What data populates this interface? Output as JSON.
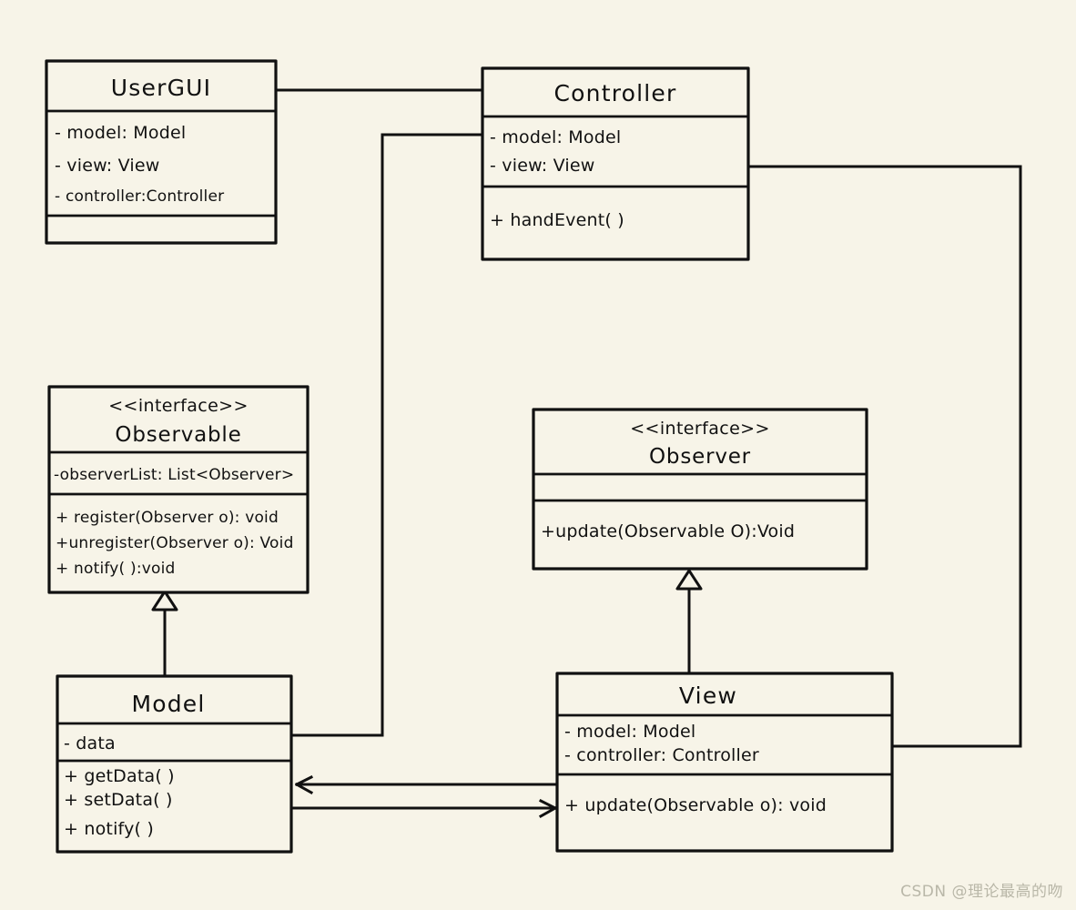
{
  "diagram": {
    "kind": "uml-class-diagram",
    "background_color": "#f7f4e8",
    "stroke_color": "#111111",
    "classes": {
      "usergui": {
        "name": "UserGUI",
        "stereotype": "",
        "attributes": [
          "- model: Model",
          "- view: View",
          "- controller:Controller"
        ],
        "operations": []
      },
      "controller": {
        "name": "Controller",
        "stereotype": "",
        "attributes": [
          "- model: Model",
          "- view: View"
        ],
        "operations": [
          "+ handEvent( )"
        ]
      },
      "observable": {
        "name": "Observable",
        "stereotype": "<<interface>>",
        "attributes": [
          "-observerList: List<Observer>"
        ],
        "operations": [
          "+ register(Observer o): void",
          "+unregister(Observer o): Void",
          "+ notify( ):void"
        ]
      },
      "observer": {
        "name": "Observer",
        "stereotype": "<<interface>>",
        "attributes": [],
        "operations": [
          "+update(Observable O):Void"
        ]
      },
      "model": {
        "name": "Model",
        "stereotype": "",
        "attributes": [
          "- data"
        ],
        "operations": [
          "+ getData( )",
          "+ setData( )",
          "+ notify( )"
        ]
      },
      "view": {
        "name": "View",
        "stereotype": "",
        "attributes": [
          "- model: Model",
          "- controller: Controller"
        ],
        "operations": [
          "+ update(Observable o): void"
        ]
      }
    },
    "relations": [
      {
        "name": "usergui-controller-association",
        "type": "association",
        "from": "UserGUI",
        "to": "Controller"
      },
      {
        "name": "controller-model-association",
        "type": "association",
        "from": "Controller",
        "to": "Model"
      },
      {
        "name": "controller-view-association",
        "type": "association",
        "from": "Controller",
        "to": "View"
      },
      {
        "name": "model-implements-observable",
        "type": "realization",
        "from": "Model",
        "to": "Observable"
      },
      {
        "name": "view-implements-observer",
        "type": "realization",
        "from": "View",
        "to": "Observer"
      },
      {
        "name": "view-to-model-directed",
        "type": "directed-association",
        "from": "View",
        "to": "Model"
      },
      {
        "name": "model-to-view-directed",
        "type": "directed-association",
        "from": "Model",
        "to": "View"
      }
    ]
  },
  "watermark": {
    "text": "CSDN @理论最高的吻"
  }
}
